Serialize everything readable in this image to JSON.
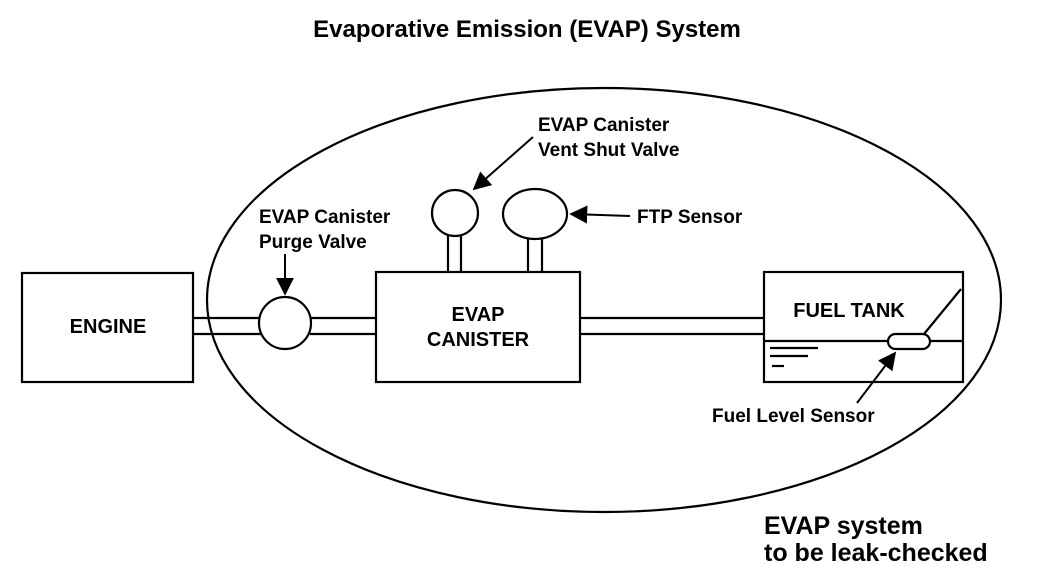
{
  "title": "Evaporative Emission (EVAP) System",
  "components": {
    "engine": "ENGINE",
    "canister_line1": "EVAP",
    "canister_line2": "CANISTER",
    "fuel_tank": "FUEL TANK"
  },
  "labels": {
    "vent_valve_line1": "EVAP Canister",
    "vent_valve_line2": "Vent Shut Valve",
    "ftp_sensor": "FTP Sensor",
    "purge_valve_line1": "EVAP Canister",
    "purge_valve_line2": "Purge Valve",
    "fuel_level_sensor": "Fuel Level Sensor"
  },
  "note": {
    "line1": "EVAP system",
    "line2": "to be leak-checked"
  }
}
